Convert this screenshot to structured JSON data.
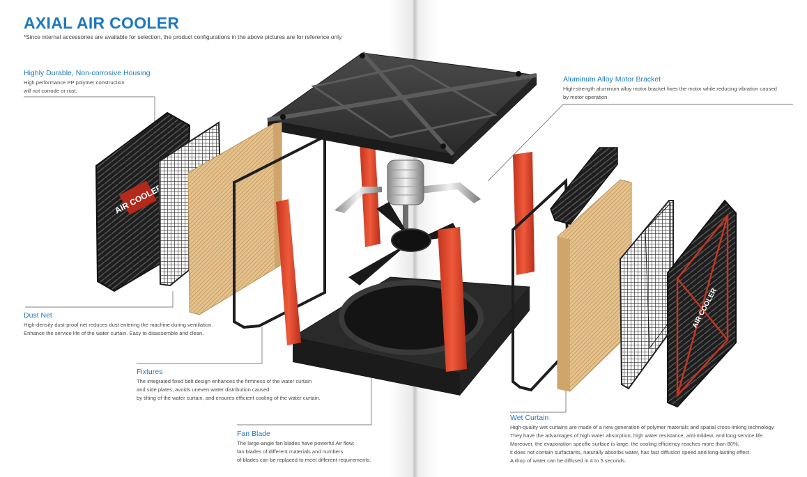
{
  "title": "AXIAL AIR COOLER",
  "disclaimer": "*Since internal accessories are available for selection, the product configurations in the above pictures are for reference only.",
  "panel_left_text": "AIR COOLER",
  "panel_right_text": "AIR COOLER",
  "callouts": {
    "housing": {
      "title": "Highly Durable, Non-corrosive Housing",
      "lines": [
        "High performance PP polymer construction",
        "will not corrode or rust."
      ]
    },
    "bracket": {
      "title": "Aluminum Alloy Motor Bracket",
      "lines": [
        "High-strength aluminum alloy motor bracket fixes the motor while reducing vibration caused",
        "by motor operation."
      ]
    },
    "dustnet": {
      "title": "Dust Net",
      "lines": [
        "High-density dust-proof net reduces dust entering the machine during ventilation.",
        "Enhance the service life of the water curtain. Easy to disassemble and clean."
      ]
    },
    "fixtures": {
      "title": "Fixtures",
      "lines": [
        "The integrated fixed belt design enhances the firmness of the water curtain",
        "and side plates, avoids uneven water distribution caused",
        "by tilting of the water curtain, and ensures efficient cooling of the water curtain."
      ]
    },
    "fanblade": {
      "title": "Fan Blade",
      "lines": [
        "The large-angle fan blades have powerful Air flow;",
        "fan blades of different materials and numbers",
        "of blades can be replaced to meet different requirements."
      ]
    },
    "wetcurtain": {
      "title": "Wet Curtain",
      "lines": [
        "High-quality wet curtains are made of a new generation of polymer materials and spatial cross-linking technology.",
        "They have the advantages of high water absorption, high water resistance, anti-mildew, and long service life.",
        "Moreover, the evaporation specific surface is large, the cooling efficiency reaches more than 80%,",
        "it does not contain surfactants, naturally absorbs water, has fast diffusion speed and long-lasting effect.",
        "A drop of water can be diffused in 4 to 5 seconds."
      ]
    }
  },
  "colors": {
    "accent": "#1c78c0",
    "housing": "#2b2b2b",
    "fixture_red": "#e0452a",
    "curtain_tan": "#e3c08a"
  }
}
